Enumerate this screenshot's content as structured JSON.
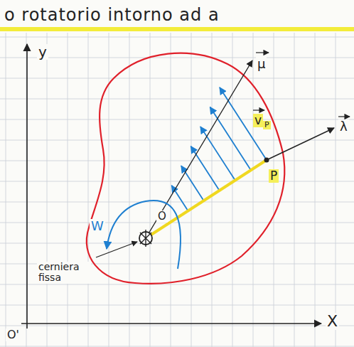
{
  "diagram": {
    "title": "o rotatorio intorno ad a",
    "labels": [
      "y",
      "X",
      "O'",
      "μ",
      "v",
      "P",
      "λ",
      "P",
      "W",
      "O",
      "cerniera fissa"
    ]
  }
}
